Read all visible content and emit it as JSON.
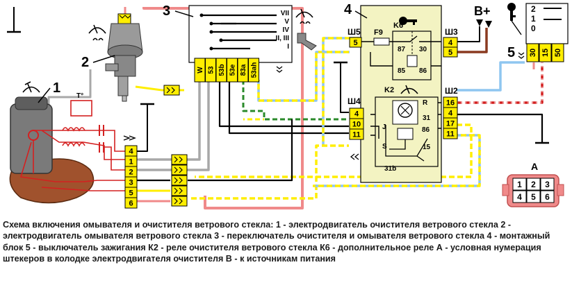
{
  "labels": {
    "motor": "1",
    "washer_pump": "2",
    "switch": "3",
    "mounting_block": "4",
    "ignition_switch": "5",
    "connector_a": "A",
    "power_b": "B+",
    "relay_k6": "K6",
    "relay_k2": "K2",
    "fuse_f9": "F9"
  },
  "switch_positions": [
    "VII",
    "V",
    "IV",
    "II, III",
    "I"
  ],
  "switch_terminals": [
    "W",
    "53",
    "53b",
    "53e",
    "83a",
    "53ah"
  ],
  "ignition": {
    "positions": [
      "2",
      "1",
      "0"
    ],
    "terminals": [
      "30",
      "15",
      "50"
    ]
  },
  "motor_pins": [
    "4",
    "1",
    "2",
    "3",
    "5",
    "6"
  ],
  "connectors": {
    "sh5": {
      "name": "Ш5",
      "pin": "5"
    },
    "sh3": {
      "name": "Ш3",
      "pins": [
        "4",
        "5"
      ]
    },
    "sh4": {
      "name": "Ш4",
      "pins": [
        "4",
        "10",
        "11"
      ]
    },
    "sh2": {
      "name": "Ш2",
      "pins": [
        "16",
        "4",
        "17",
        "11"
      ]
    }
  },
  "relay_terminals": {
    "k6": [
      "87",
      "30",
      "85",
      "86"
    ],
    "k2": [
      "R",
      "31",
      "86",
      "J",
      "S",
      "15",
      "31b"
    ]
  },
  "connector_a_pins": [
    "1",
    "2",
    "3",
    "4",
    "5",
    "6"
  ],
  "thermo_label": "T°",
  "caption": "Схема включения омывателя и очистителя ветрового стекла: 1 - электродвигатель очистителя ветрового стекла 2 - электродвигатель омывателя ветрового стекла 3 - переключатель очистителя и омывателя ветрового стекла 4 - монтажный блок 5 - выключатель зажигания К2 - реле очистителя ветрового стекла К6 - дополнительное реле А - условная нумерация штекеров в колодке электродвигателя очистителя В - к источникам питания",
  "colors": {
    "box_fill": "#f3f3c2",
    "pin_fill": "#ffee00",
    "wire_pink": "#f08a8a",
    "wire_blue": "#8fc6f0",
    "wire_green": "#2a8a2a",
    "wire_red": "#d42020",
    "wire_brown": "#8a3a20",
    "wire_gray": "#a8a8a8",
    "motor_brown": "#a0522d"
  }
}
